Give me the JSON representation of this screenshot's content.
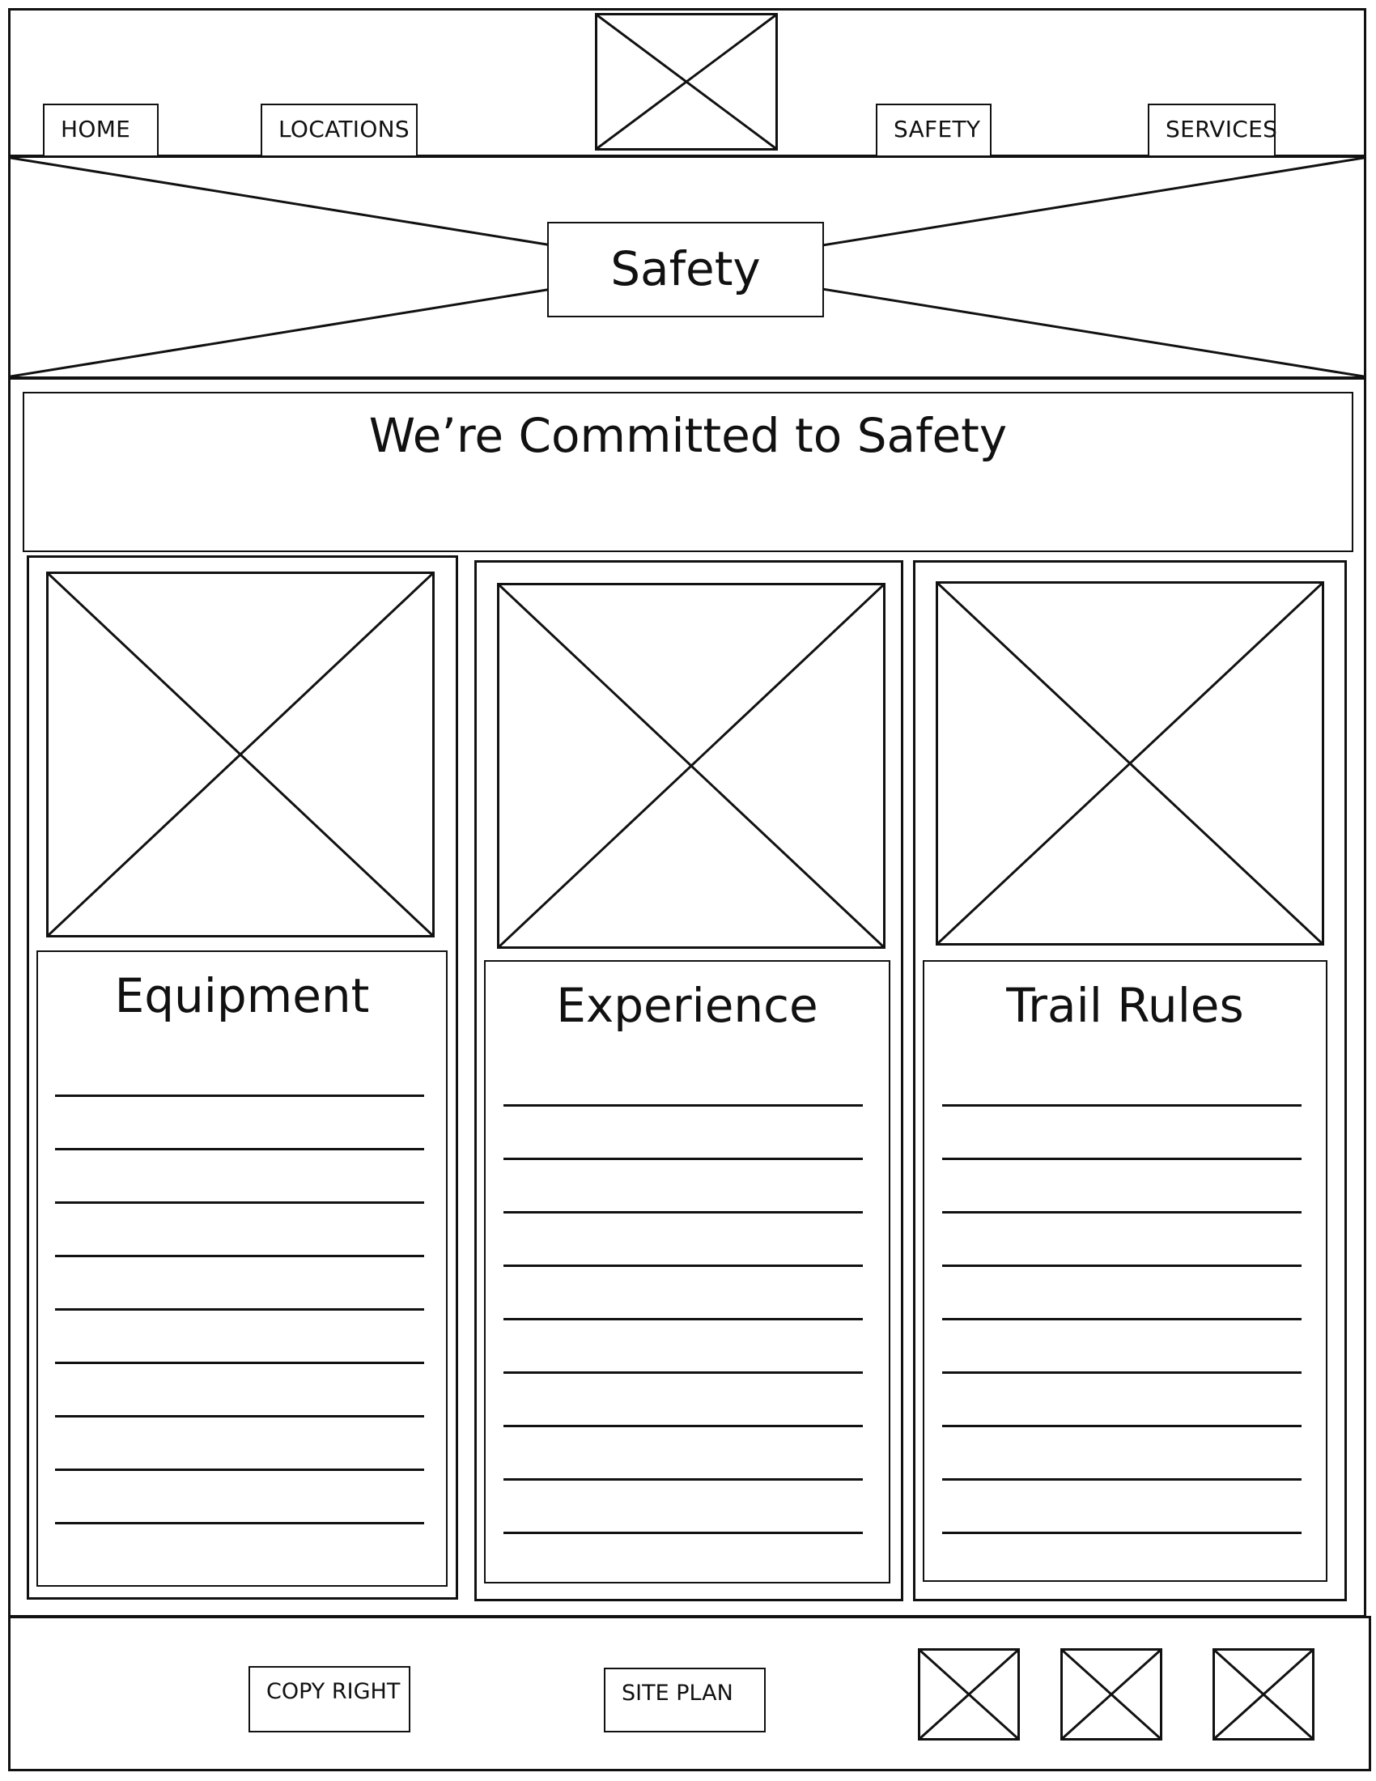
{
  "nav": {
    "items": [
      "HOME",
      "LOCATIONS",
      "SAFETY",
      "SERVICES"
    ],
    "logo_icon": "image-placeholder-icon"
  },
  "hero": {
    "title": "Safety"
  },
  "banner": {
    "title": "We’re Committed to Safety"
  },
  "columns": [
    {
      "title": "Equipment",
      "icon": "image-placeholder-icon"
    },
    {
      "title": "Experience",
      "icon": "image-placeholder-icon"
    },
    {
      "title": "Trail Rules",
      "icon": "image-placeholder-icon"
    }
  ],
  "footer": {
    "copyright": "COPY RIGHT",
    "siteplan": "SITE PLAN",
    "social_icons": [
      "image-placeholder-icon",
      "image-placeholder-icon",
      "image-placeholder-icon"
    ]
  },
  "colors": {
    "stroke": "#111111",
    "background": "#ffffff"
  }
}
